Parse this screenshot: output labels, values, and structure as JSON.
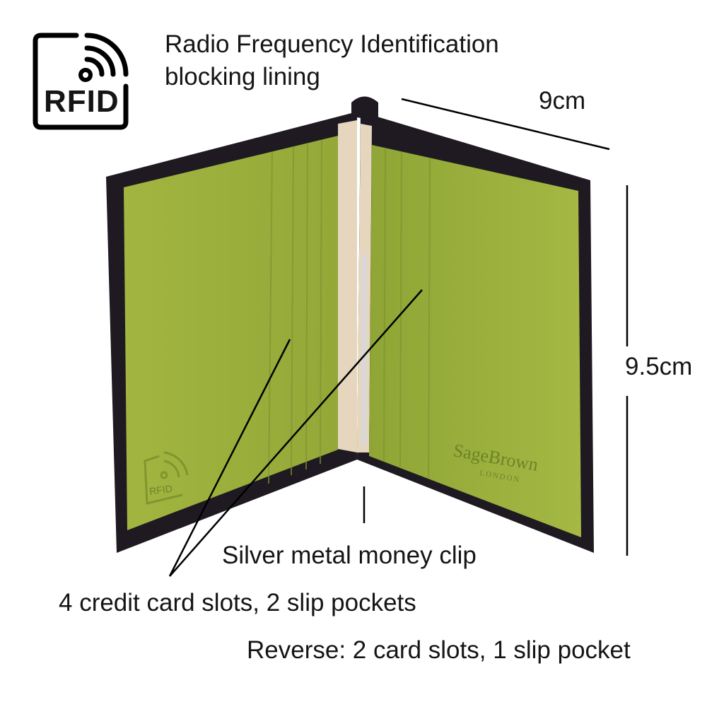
{
  "rfid_logo": {
    "text": "RFID",
    "icon": "rfid-signal-icon"
  },
  "labels": {
    "rfid_line1": "Radio Frequency Identification",
    "rfid_line2": "blocking lining",
    "width": "9cm",
    "height": "9.5cm",
    "money_clip": "Silver metal money clip",
    "card_slots": "4 credit card slots, 2 slip pockets",
    "reverse": "Reverse: 2 card slots, 1 slip pocket"
  },
  "embossing": {
    "brand": "SageBrown",
    "city": "LONDON",
    "rfid": "RFID"
  },
  "colors": {
    "leather_black": "#1f1a22",
    "lining_green": "#9bb03a",
    "beige": "#e6d6bd"
  }
}
